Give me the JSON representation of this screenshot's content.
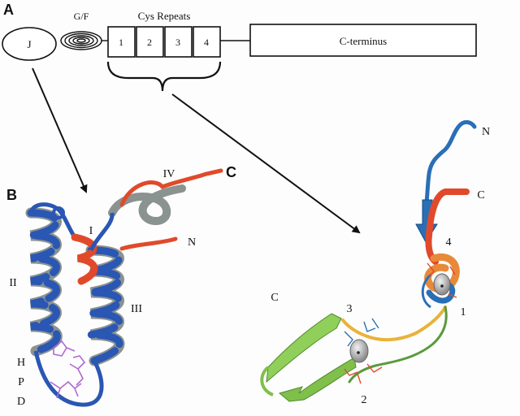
{
  "panels": {
    "a": "A",
    "b": "B",
    "c": "C"
  },
  "domain_map": {
    "j_label": "J",
    "gf_label": "G/F",
    "cys_title": "Cys Repeats",
    "repeats": [
      "1",
      "2",
      "3",
      "4"
    ],
    "cterm_label": "C-terminus"
  },
  "structure_b": {
    "helix_labels": [
      "I",
      "II",
      "III",
      "IV"
    ],
    "n_label": "N",
    "hpd": [
      "H",
      "P",
      "D"
    ]
  },
  "structure_c": {
    "n_label": "N",
    "c_label_top": "C",
    "c_label_left": "C",
    "site_labels": [
      "1",
      "2",
      "3",
      "4"
    ]
  },
  "colors": {
    "blue_helix": "#2a56b4",
    "gray_helix_back": "#8a9390",
    "red_coil": "#e04a2a",
    "orange": "#e8893a",
    "green_sheet": "#7fbf4a",
    "purple_sticks": "#b06ad0",
    "zinc_gray": "#b0b0b0"
  }
}
